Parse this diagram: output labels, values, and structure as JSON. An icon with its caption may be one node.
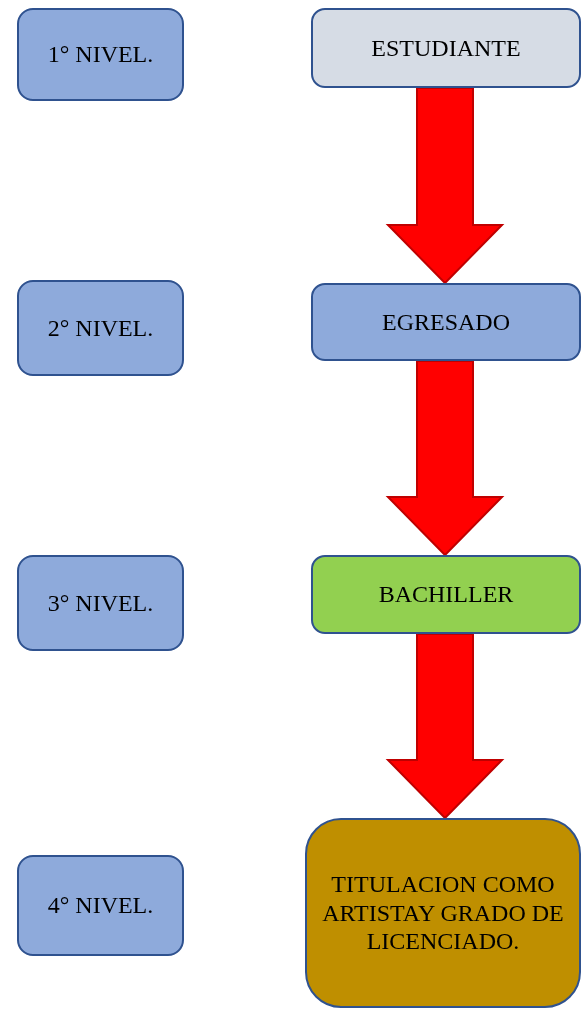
{
  "diagram": {
    "nodes": [
      {
        "text": [
          "1° NIVEL."
        ]
      },
      {
        "text": [
          "ESTUDIANTE"
        ]
      },
      {
        "text": [
          "2° NIVEL."
        ]
      },
      {
        "text": [
          "EGRESADO"
        ]
      },
      {
        "text": [
          "3° NIVEL."
        ]
      },
      {
        "text": [
          "BACHILLER"
        ]
      },
      {
        "text": [
          "4° NIVEL."
        ]
      },
      {
        "text": [
          "TITULACION COMO ARTISTAY GRADO DE LICENCIADO."
        ]
      }
    ],
    "edges": [
      {
        "from": 1,
        "to": 3,
        "arrow": "to",
        "style": "thick",
        "color": "#ff0000"
      },
      {
        "from": 3,
        "to": 5,
        "arrow": "to",
        "style": "thick",
        "color": "#ff0000"
      },
      {
        "from": 5,
        "to": 7,
        "arrow": "to",
        "style": "thick",
        "color": "#ff0000"
      }
    ]
  }
}
